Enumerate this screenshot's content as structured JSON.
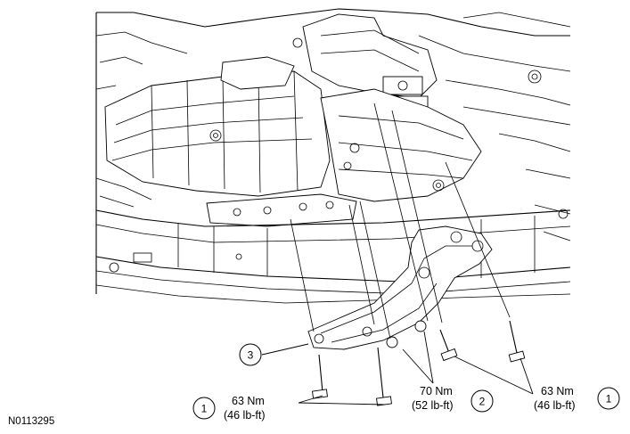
{
  "figure_id": "N0113295",
  "callouts": [
    {
      "number": "1",
      "torque_nm": "63 Nm",
      "torque_lbft": "(46 lb-ft)"
    },
    {
      "number": "2",
      "torque_nm": "70 Nm",
      "torque_lbft": "(52 lb-ft)"
    },
    {
      "number": "1",
      "torque_nm": "63 Nm",
      "torque_lbft": "(46 lb-ft)"
    },
    {
      "number": "3"
    }
  ]
}
